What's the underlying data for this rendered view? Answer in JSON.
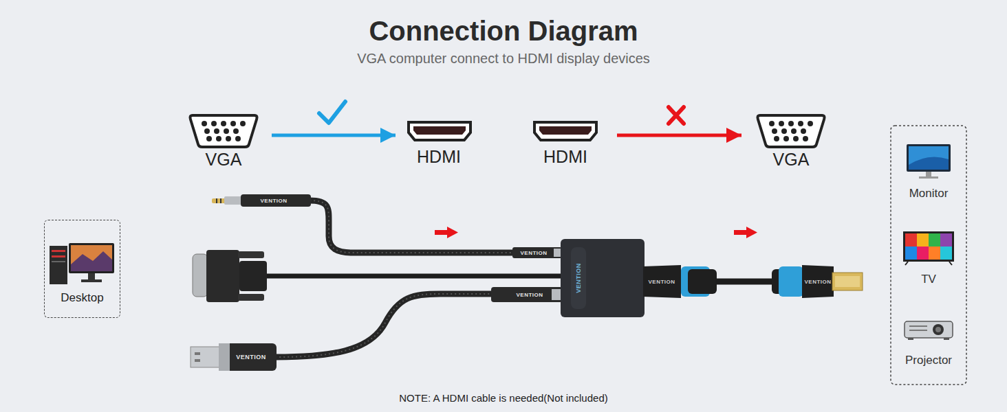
{
  "diagram": {
    "title": "Connection Diagram",
    "caption": "VGA computer connect to HDMI display devices",
    "nodes": [
      {
        "text": [
          "VGA"
        ]
      },
      {
        "text": [
          "HDMI"
        ]
      },
      {
        "text": [
          "HDMI"
        ]
      },
      {
        "text": [
          "VGA"
        ]
      },
      {
        "text": [
          "Desktop"
        ]
      }
    ],
    "edges": [
      {
        "from": 0,
        "to": 1,
        "arrow": "to"
      },
      {
        "from": 2,
        "to": 3,
        "arrow": "to"
      }
    ],
    "labels": [
      "VENTION",
      "VENTION",
      "VENTION",
      "VENTION",
      "VENTION",
      "VENTION",
      "VENTION",
      "Monitor",
      "TV",
      "Projector",
      "NOTE: A HDMI cable is needed(Not included)"
    ]
  }
}
